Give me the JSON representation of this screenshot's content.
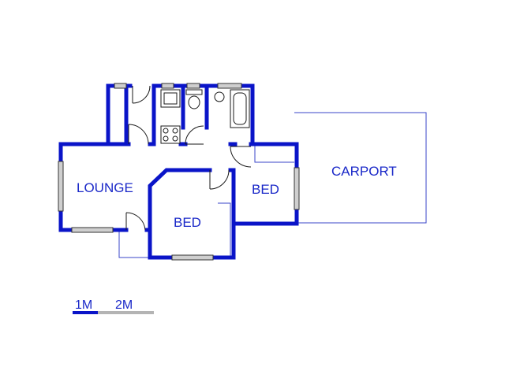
{
  "colors": {
    "wall": "#0a14c8",
    "thin_line": "#3a46c8",
    "text": "#1a28c8",
    "scale_gray": "#b4b4b4",
    "window_fill": "#cfcfcf",
    "fixture": "#1a1a1a"
  },
  "rooms": {
    "lounge": "LOUNGE",
    "bed_left": "BED",
    "bed_right": "BED",
    "carport": "CARPORT"
  },
  "scale": {
    "one": "1M",
    "two": "2M"
  }
}
